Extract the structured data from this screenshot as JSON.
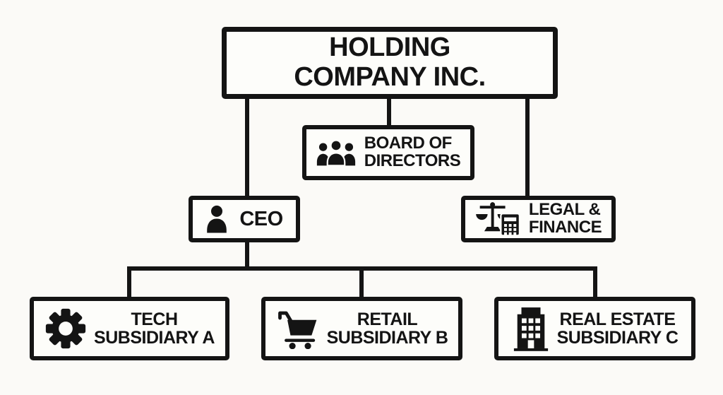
{
  "diagram": {
    "colors": {
      "background": "#fbfaf7",
      "box_fill": "#fdfdfa",
      "line": "#141414",
      "text": "#141414"
    },
    "nodes": {
      "holding": {
        "line1": "HOLDING",
        "line2": "COMPANY INC."
      },
      "board": {
        "icon": "people-group-icon",
        "line1": "BOARD OF",
        "line2": "DIRECTORS"
      },
      "ceo": {
        "icon": "person-icon",
        "label": "CEO"
      },
      "legal": {
        "icon": "scales-and-calculator-icon",
        "line1": "LEGAL &",
        "line2": "FINANCE"
      },
      "tech": {
        "icon": "gear-icon",
        "line1": "TECH",
        "line2": "SUBSIDIARY A"
      },
      "retail": {
        "icon": "shopping-cart-icon",
        "line1": "RETAIL",
        "line2": "SUBSIDIARY B"
      },
      "realestate": {
        "icon": "building-icon",
        "line1": "REAL ESTATE",
        "line2": "SUBSIDIARY C"
      }
    },
    "edges": [
      {
        "from": "holding",
        "to": "board"
      },
      {
        "from": "holding",
        "to": "ceo"
      },
      {
        "from": "holding",
        "to": "legal"
      },
      {
        "from": "ceo",
        "to": "tech"
      },
      {
        "from": "ceo",
        "to": "retail"
      },
      {
        "from": "ceo",
        "to": "realestate"
      }
    ]
  }
}
